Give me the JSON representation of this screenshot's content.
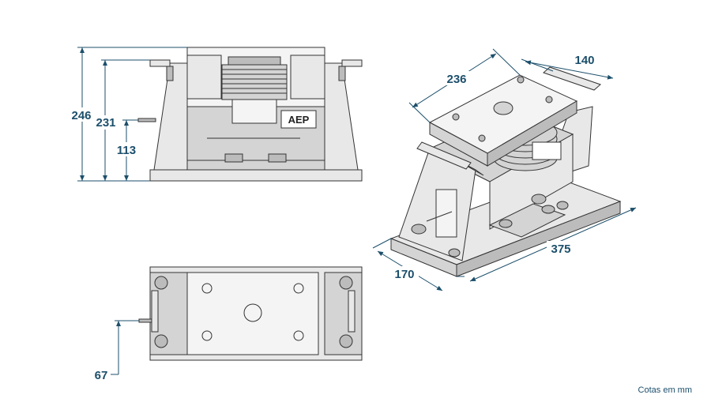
{
  "dimensions": {
    "height_total": "246",
    "height_top": "231",
    "height_pin": "113",
    "pin_offset": "67",
    "top_width": "236",
    "top_depth": "140",
    "base_depth": "170",
    "base_length": "375"
  },
  "logo_text": "AEP",
  "note": "Cotas em mm",
  "colors": {
    "dimension": "#1c4f6b",
    "part_fill": "#e8e8e8",
    "outline": "#333333"
  }
}
